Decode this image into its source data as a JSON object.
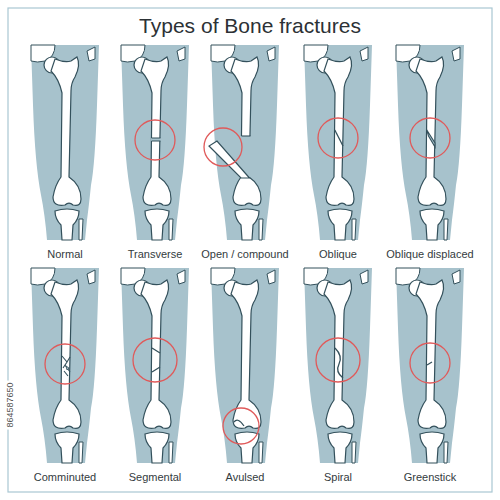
{
  "diagram": {
    "title": "Types of Bone fractures",
    "labels": [
      "Normal",
      "Transverse",
      "Open / compound",
      "Oblique",
      "Oblique displaced",
      "Comminuted",
      "Segmental",
      "Avulsed",
      "Spiral",
      "Greenstick",
      "864587650"
    ]
  }
}
